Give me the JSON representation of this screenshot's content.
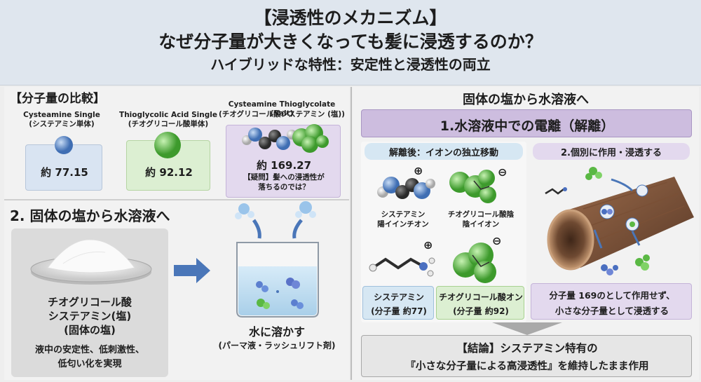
{
  "header": {
    "title_line1": "【浸透性のメカニズム】",
    "title_line2": "なぜ分子量が大きくなっても髪に浸透するのか？",
    "subtitle": "ハイブリッドな特性：安定性と浸透性の両立"
  },
  "compare": {
    "heading": "【分子量の比較】",
    "items": [
      {
        "name": "Cysteamine Single",
        "jp": "(システアミン単体)",
        "value": "約 77.15"
      },
      {
        "name": "Thioglycolic Acid Single",
        "jp": "(チオグリコール酸単体)",
        "value": "約 92.12"
      },
      {
        "name": "Cysteamine Thioglycolate (Salt)",
        "jp": "(チオグリコール酸システアミン (塩))",
        "value": "約 169.27",
        "note1": "【疑問】髪への浸透性が",
        "note2": "落ちるのでは？"
      }
    ]
  },
  "solid": {
    "heading": "2. 固体の塩から水溶液へ",
    "salt_line1": "チオグリコール酸",
    "salt_line2": "システアミン(塩)",
    "salt_line3": "(固体の塩)",
    "desc_line1": "液中の安定性、低刺激性、",
    "desc_line2": "低匂い化を実現",
    "dissolve_title": "水に溶かす",
    "dissolve_sub": "(パーマ液・ラッシュリフト剤)"
  },
  "right": {
    "heading": "固体の塩から水溶液へ",
    "banner": "1.水溶液中での電離（解離）",
    "ions_heading": "解離後：イオンの独立移動",
    "cation_line1": "システアミン",
    "cation_line2": "陽イインチオン",
    "anion_line1": "チオグリコール酸陰",
    "anion_line2": "陰イイオン",
    "plus": "⊕",
    "minus": "⊖",
    "box_cys_line1": "システアミン",
    "box_cys_line2": "(分子量 約77)",
    "box_thio_line1": "チオグリコール酸オン",
    "box_thio_line2": "(分子量 約92)",
    "act_heading": "2.個別に作用・浸透する",
    "act_line1": "分子量 169のとして作用せず、",
    "act_line2": "小さな分子量として浸透する",
    "conclusion_line1": "【結論】システアミン特有の",
    "conclusion_line2": "『小さな分子量による高浸透性』を維持したまま作用"
  },
  "colors": {
    "blue_box": "#d9e4f2",
    "green_box": "#dcefd2",
    "purple_box": "#e3d9ee",
    "banner": "#cdbddf",
    "arrow": "#4a76b8"
  }
}
